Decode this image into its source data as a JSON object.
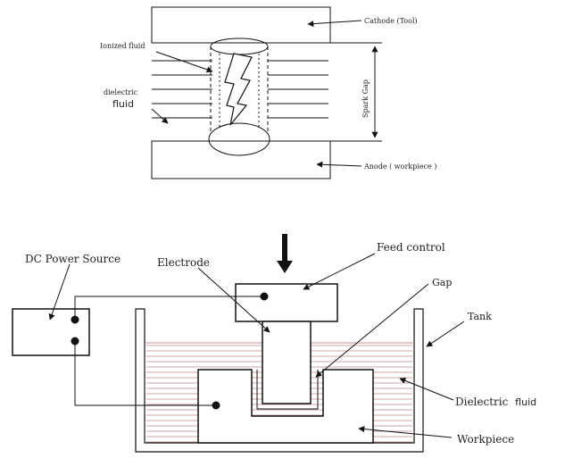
{
  "top_diagram": {
    "cathode_label": "Cathode (Tool)",
    "anode_label": "Anode ( workpiece )",
    "ionized_label": "Ionized fluid",
    "dielectric_label": "dielectric",
    "fluid_label": "fluid",
    "spark_gap_label": "Spark Gap"
  },
  "bottom_diagram": {
    "dc_label": "DC Power Source",
    "electrode_label": "Electrode",
    "feed_label": "Feed control",
    "gap_label": "Gap",
    "tank_label": "Tank",
    "dielectric_label": "Dielectric",
    "fluid_label": "fluid",
    "workpiece_label": "Workpiece"
  }
}
